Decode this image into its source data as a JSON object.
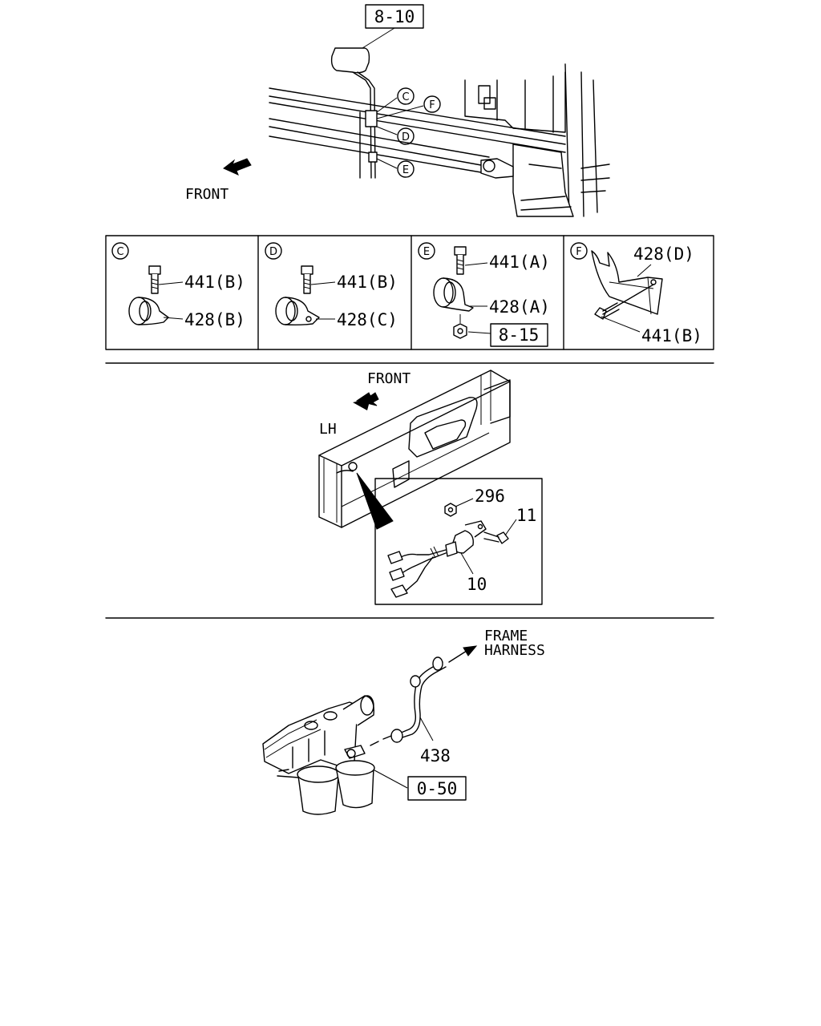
{
  "top_view": {
    "ref_box": "8-10",
    "callouts": [
      "C",
      "F",
      "D",
      "E"
    ],
    "front_label": "FRONT"
  },
  "detail_panels": [
    {
      "letter": "C",
      "bolt": "441(B)",
      "clip": "428(B)"
    },
    {
      "letter": "D",
      "bolt": "441(B)",
      "clip": "428(C)"
    },
    {
      "letter": "E",
      "bolt": "441(A)",
      "clip": "428(A)",
      "ref_box": "8-15"
    },
    {
      "letter": "F",
      "bracket": "428(D)",
      "bolt": "441(B)"
    }
  ],
  "middle_view": {
    "front_label": "FRONT",
    "side_label": "LH",
    "parts": {
      "nut": "296",
      "bolt": "11",
      "sensor": "10"
    }
  },
  "bottom_view": {
    "harness_label_1": "FRAME",
    "harness_label_2": "HARNESS",
    "part": "438",
    "ref_box": "0-50"
  }
}
